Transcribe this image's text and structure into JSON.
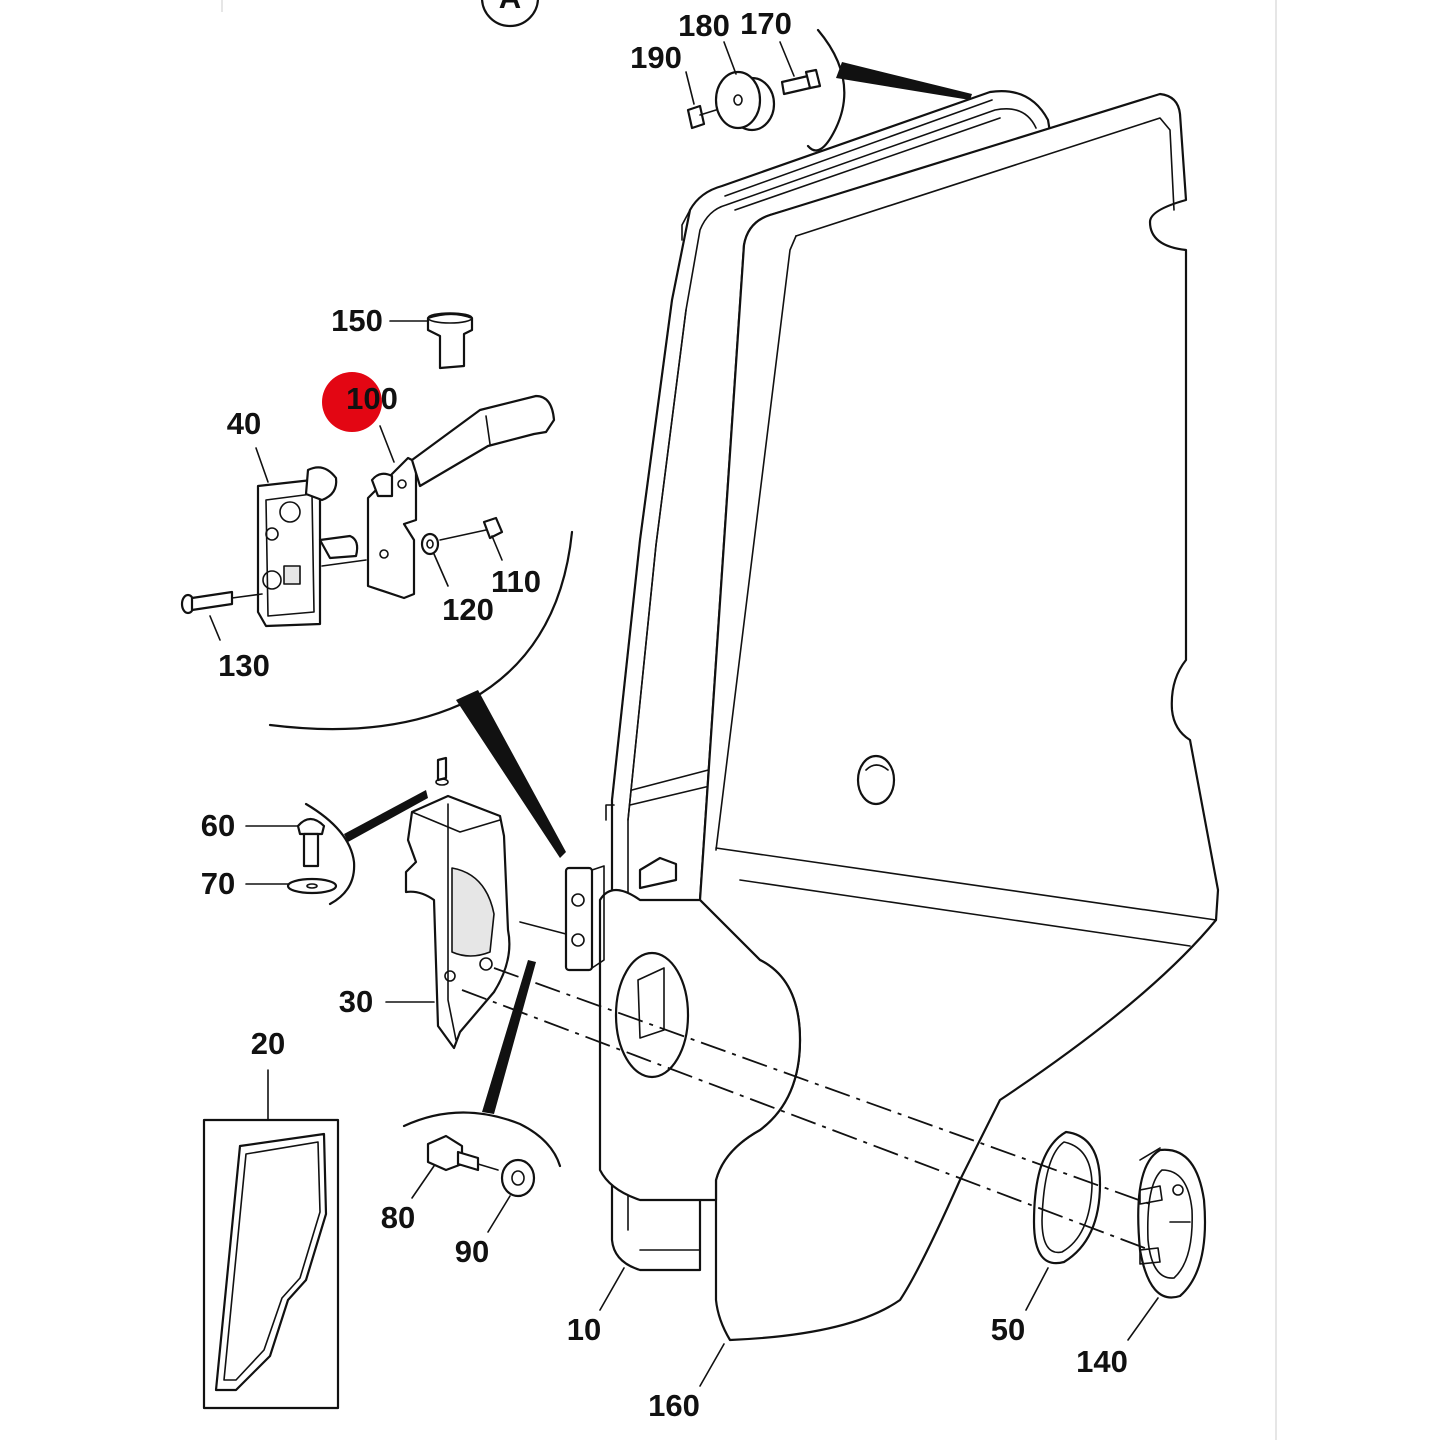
{
  "diagram": {
    "view_marker": "A",
    "callouts": {
      "c10": "10",
      "c20": "20",
      "c30": "30",
      "c40": "40",
      "c50": "50",
      "c60": "60",
      "c70": "70",
      "c80": "80",
      "c90": "90",
      "c100": "100",
      "c110": "110",
      "c120": "120",
      "c130": "130",
      "c140": "140",
      "c150": "150",
      "c160": "160",
      "c170": "170",
      "c180": "180",
      "c190": "190"
    },
    "highlight": {
      "callout": "100",
      "color": "#e30613"
    },
    "colors": {
      "line": "#111111",
      "panel_shade": "#e6e6e6",
      "background": "#ffffff"
    }
  }
}
